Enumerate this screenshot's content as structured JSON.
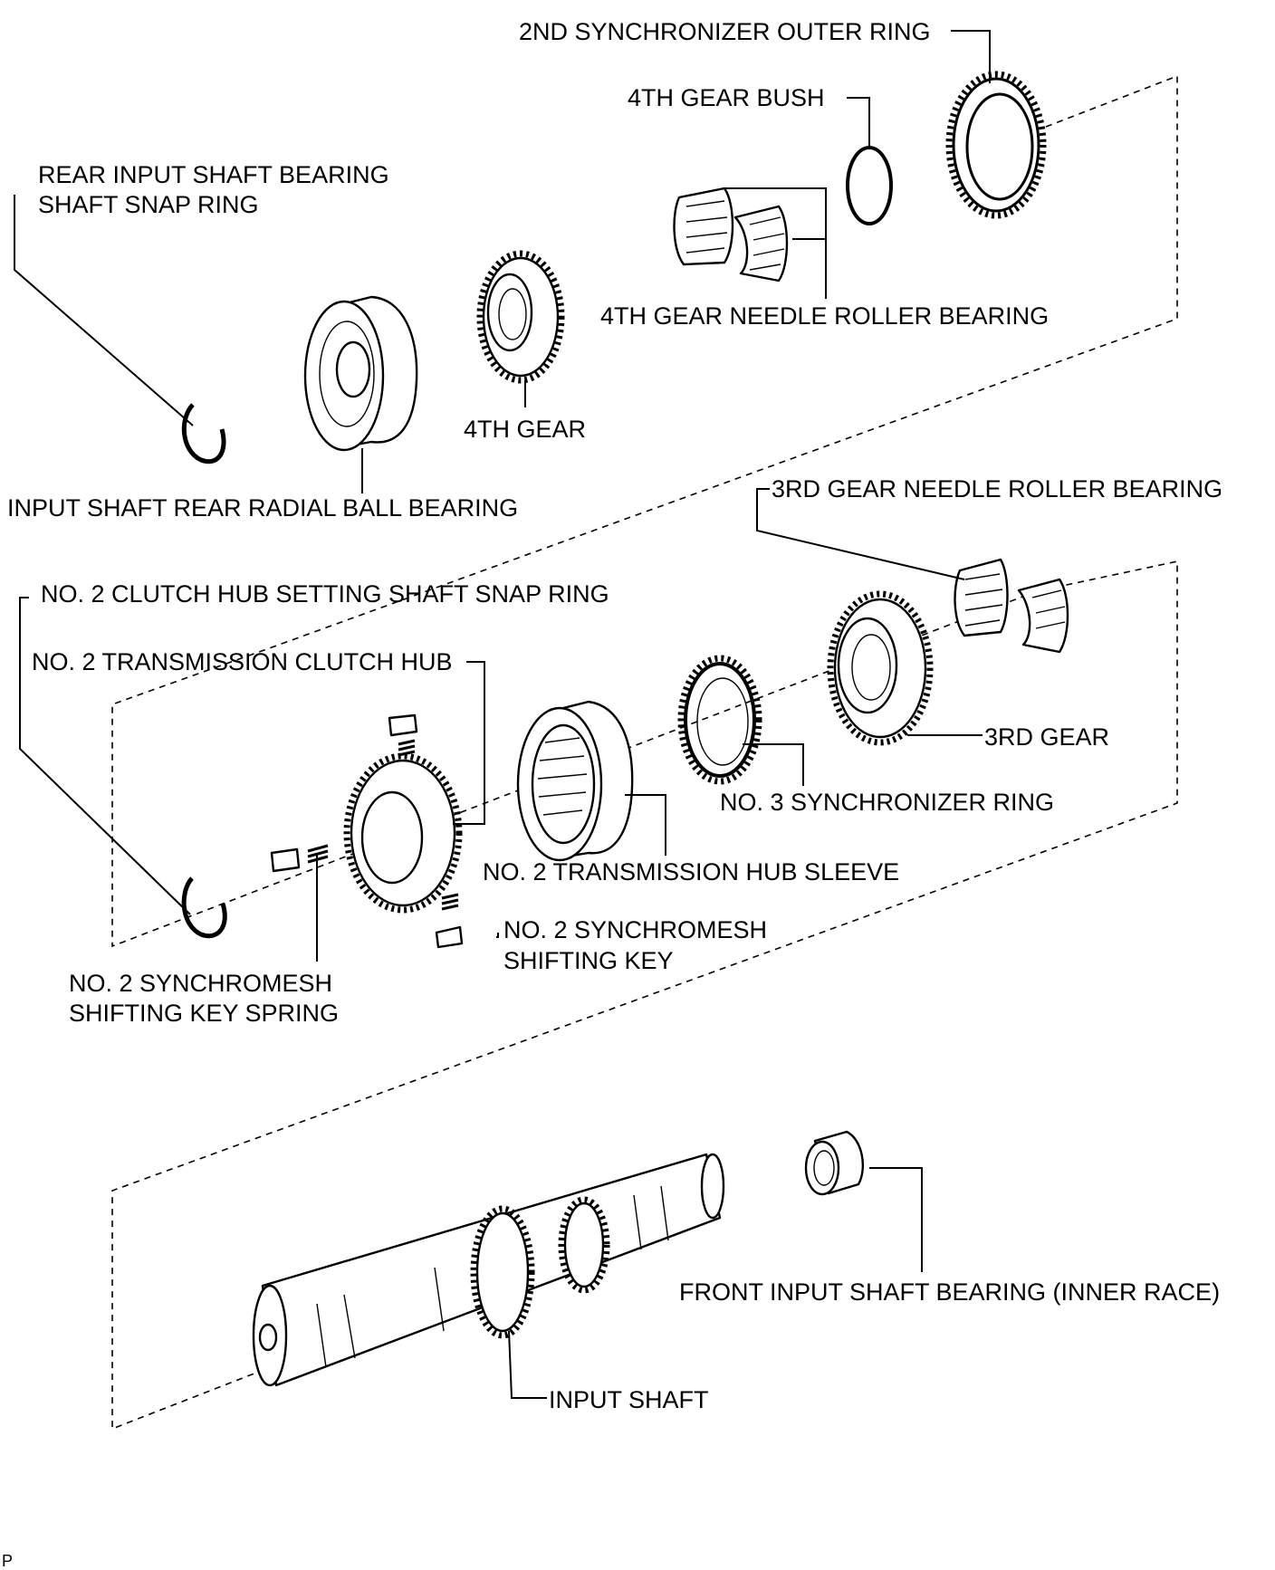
{
  "diagram": {
    "labels": {
      "second_sync_outer_ring": "2ND SYNCHRONIZER OUTER RING",
      "fourth_gear_bush": "4TH GEAR BUSH",
      "rear_snap_ring_line1": "REAR INPUT SHAFT BEARING",
      "rear_snap_ring_line2": "SHAFT SNAP RING",
      "fourth_gear_needle_bearing": "4TH GEAR NEEDLE ROLLER BEARING",
      "fourth_gear": "4TH GEAR",
      "rear_radial_ball_bearing": "INPUT SHAFT REAR RADIAL BALL BEARING",
      "third_gear_needle_bearing": "3RD GEAR NEEDLE ROLLER BEARING",
      "clutch_hub_snap_ring": "NO. 2 CLUTCH HUB SETTING SHAFT SNAP RING",
      "clutch_hub": "NO. 2 TRANSMISSION CLUTCH HUB",
      "third_gear": "3RD GEAR",
      "no3_sync_ring": "NO. 3 SYNCHRONIZER RING",
      "hub_sleeve": "NO. 2 TRANSMISSION HUB SLEEVE",
      "shifting_key_line1": "NO. 2 SYNCHROMESH",
      "shifting_key_line2": "SHIFTING KEY",
      "key_spring_line1": "NO. 2 SYNCHROMESH",
      "key_spring_line2": "SHIFTING KEY SPRING",
      "front_bearing_inner_race": "FRONT INPUT SHAFT BEARING (INNER RACE)",
      "input_shaft": "INPUT SHAFT"
    },
    "footer_code": "P"
  }
}
